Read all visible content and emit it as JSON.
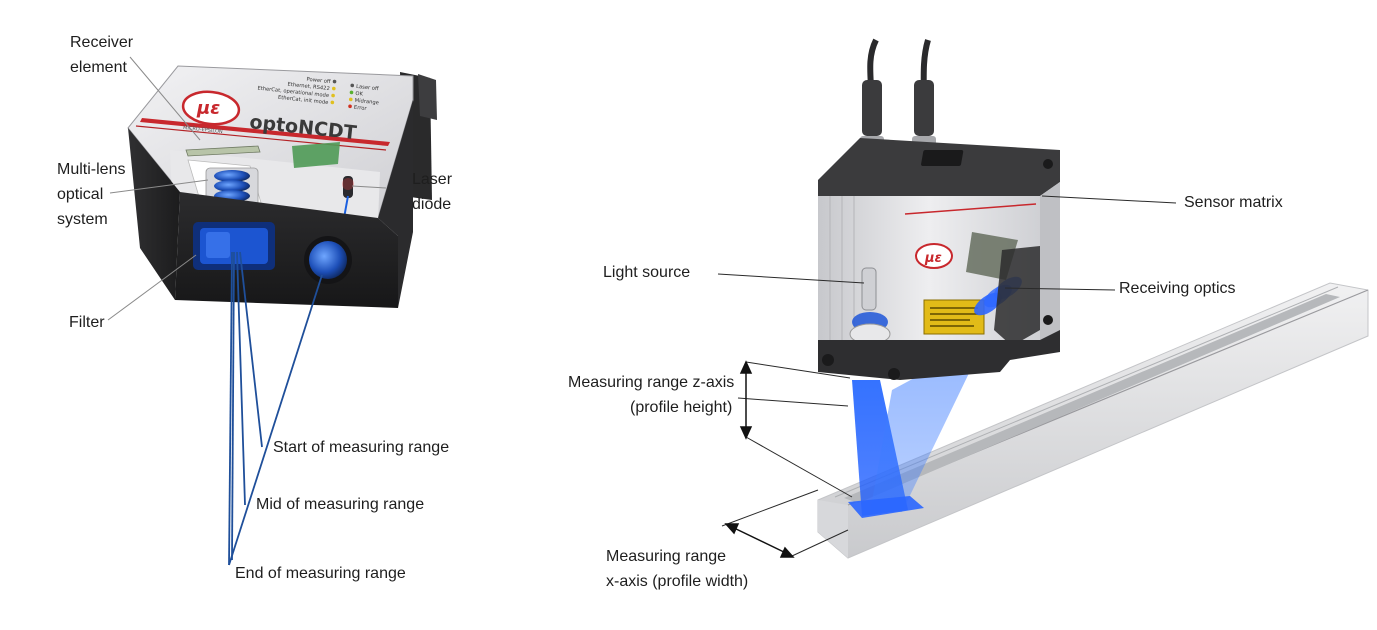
{
  "left_sensor": {
    "brand_text": "optoNCDT",
    "logo_glyph": "με",
    "logo_caption": "MICRO-EPSILON",
    "status_left": [
      "Power off",
      "Ethernet, RS422",
      "EtherCat, operational mode",
      "EtherCat, init mode"
    ],
    "status_right": [
      "Laser off",
      "OK",
      "Midrange",
      "Error"
    ],
    "labels": {
      "receiver_element": [
        "Receiver",
        "element"
      ],
      "multi_lens": [
        "Multi-lens",
        "optical",
        "system"
      ],
      "laser_diode": [
        "Laser",
        "diode"
      ],
      "filter": "Filter",
      "start_range": "Start of measuring range",
      "mid_range": "Mid of measuring range",
      "end_range": "End of measuring range"
    }
  },
  "right_sensor": {
    "logo_glyph": "με",
    "labels": {
      "sensor_matrix": "Sensor matrix",
      "light_source": "Light source",
      "receiving_optics": "Receiving optics",
      "z_axis": [
        "Measuring range z-axis",
        "(profile height)"
      ],
      "x_axis": [
        "Measuring range",
        "x-axis (profile width)"
      ]
    }
  },
  "colors": {
    "beam_blue": "#1f4f9a",
    "laser_blue": "#1a5fe0",
    "housing_dark": "#3a3a3c",
    "housing_silver": "#d9dade",
    "accent_red": "#c8282d",
    "text": "#1e1e1e"
  }
}
